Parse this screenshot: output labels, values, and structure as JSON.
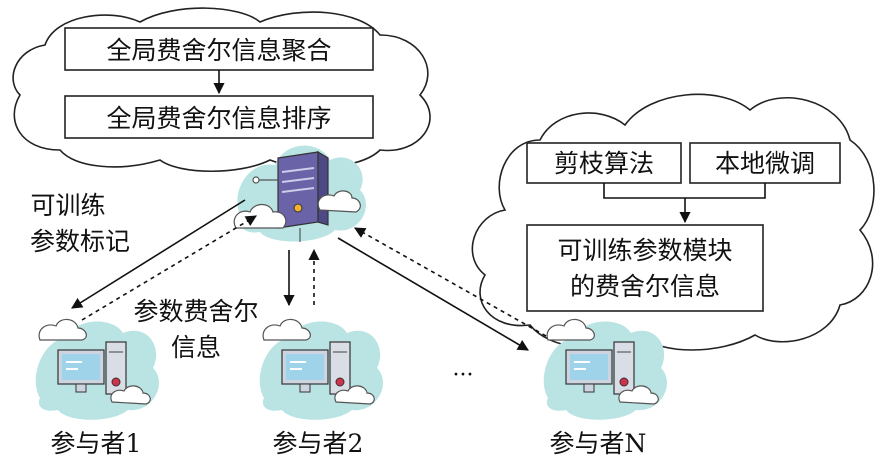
{
  "global_cloud": {
    "aggregate_label": "全局费舍尔信息聚合",
    "sort_label": "全局费舍尔信息排序"
  },
  "local_cloud": {
    "prune_label": "剪枝算法",
    "finetune_label": "本地微调",
    "module_info_line1": "可训练参数模块",
    "module_info_line2": "的费舍尔信息"
  },
  "edge_labels": {
    "mark_line1": "可训练",
    "mark_line2": "参数标记",
    "fisher_line1": "参数费舍尔",
    "fisher_line2": "信息"
  },
  "participants": [
    {
      "label": "参与者1"
    },
    {
      "label": "参与者2"
    },
    {
      "label": "参与者N"
    }
  ],
  "ellipsis": "···",
  "colors": {
    "cloud_fill": "#b9e4e3",
    "server_body": "#6b63a8",
    "server_front": "#8c86c6",
    "monitor_screen": "#9fd3ea",
    "monitor_frame": "#cdd4e0",
    "tower": "#d9dde5",
    "accent_dot": "#f2b233"
  }
}
